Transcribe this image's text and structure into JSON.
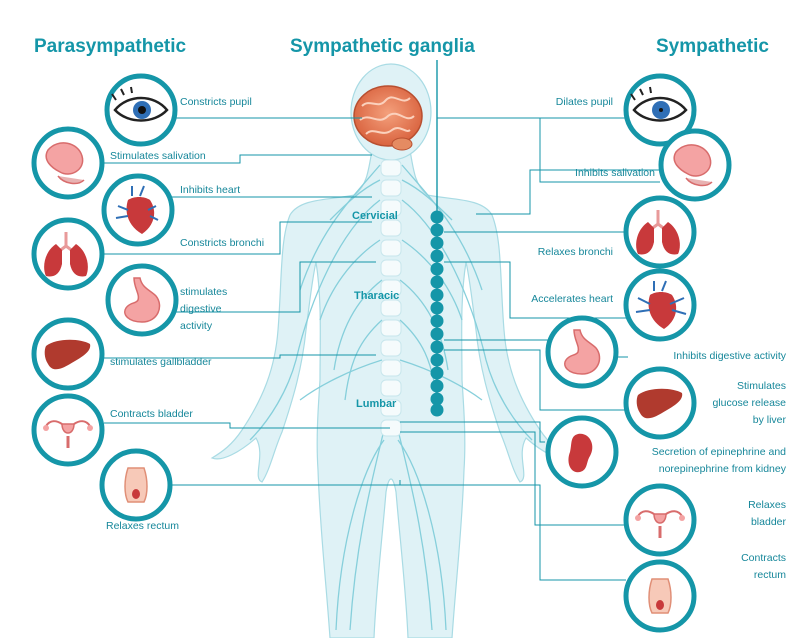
{
  "headings": {
    "left": "Parasympathetic",
    "center": "Sympathetic ganglia",
    "right": "Sympathetic"
  },
  "spine_regions": [
    "Cervicial",
    "Tharacic",
    "Lumbar"
  ],
  "parasympathetic_effects": [
    {
      "icon": "eye-icon",
      "label": "Constricts pupil"
    },
    {
      "icon": "salivary-gland-icon",
      "label": "Stimulates salivation"
    },
    {
      "icon": "heart-icon",
      "label": "Inhibits heart"
    },
    {
      "icon": "lungs-icon",
      "label": "Constricts bronchi"
    },
    {
      "icon": "stomach-icon",
      "label": "stimulates\ndigestive\nactivity"
    },
    {
      "icon": "liver-icon",
      "label": "stimulates gallbladder"
    },
    {
      "icon": "bladder-icon",
      "label": "Contracts bladder"
    },
    {
      "icon": "rectum-icon",
      "label": "Relaxes rectum"
    }
  ],
  "sympathetic_effects": [
    {
      "icon": "eye-icon",
      "label": "Dilates pupil"
    },
    {
      "icon": "salivary-gland-icon",
      "label": "Inhibits salivation"
    },
    {
      "icon": "lungs-icon",
      "label": "Relaxes bronchi"
    },
    {
      "icon": "heart-icon",
      "label": "Accelerates heart"
    },
    {
      "icon": "stomach-icon",
      "label": "Inhibits digestive activity"
    },
    {
      "icon": "liver-icon",
      "label": "Stimulates\nglucose release\nby liver"
    },
    {
      "icon": "kidney-icon",
      "label": "Secretion of epinephrine and\nnorepinephrine from kidney"
    },
    {
      "icon": "bladder-icon",
      "label": "Relaxes\nbladder"
    },
    {
      "icon": "rectum-icon",
      "label": "Contracts\nrectum"
    }
  ],
  "colors": {
    "accent": "#1596a8",
    "body_fill": "#d9f0f4",
    "nerve": "#7fcbd8",
    "organ_red": "#c8393b",
    "organ_pink": "#f4a3a3",
    "eye_blue": "#2f6fb6"
  }
}
